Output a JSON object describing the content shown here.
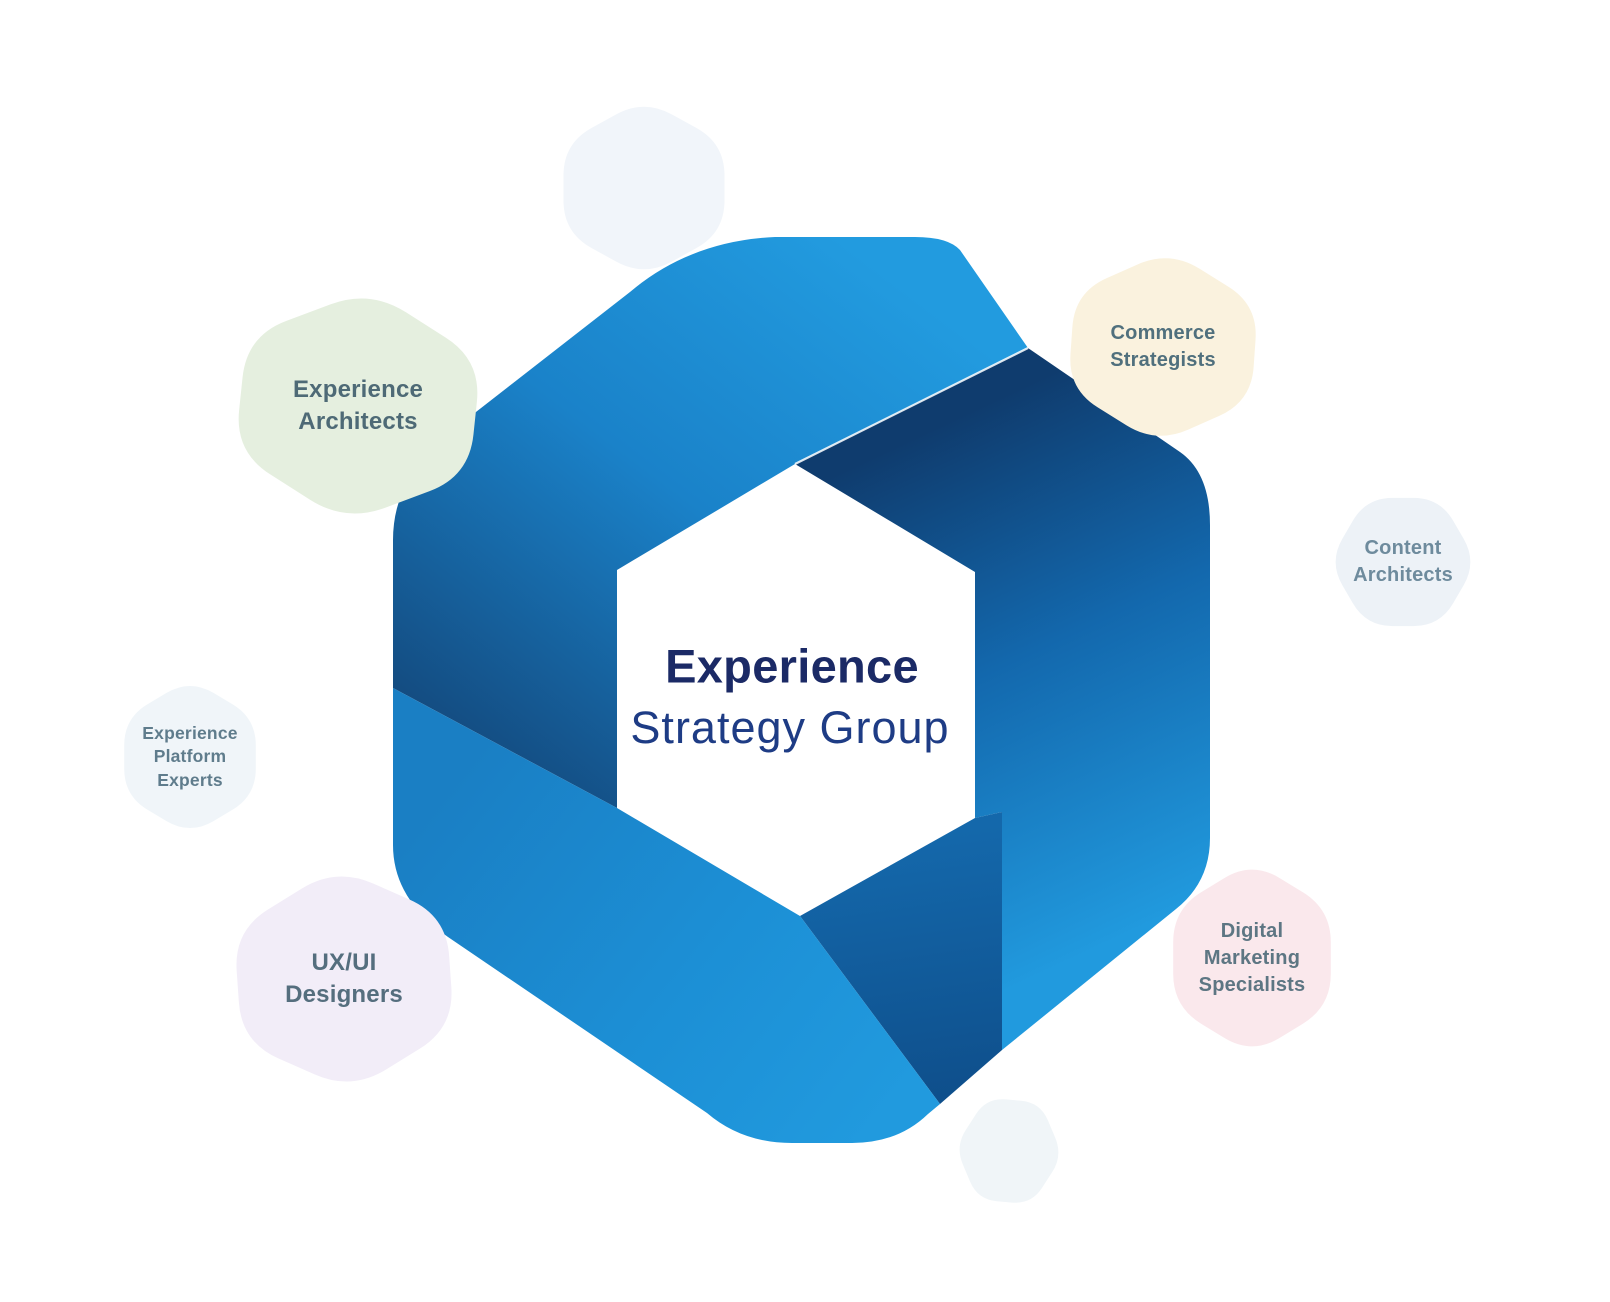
{
  "title": {
    "line1": "Experience",
    "line2": "Strategy Group",
    "line1_color": "#1b2a66",
    "line2_color": "#1e3c85"
  },
  "ribbon": {
    "bright_blue": "#219ade",
    "mid_blue": "#1368ad",
    "dark_navy": "#0f3c6e",
    "seam_highlight": "#ffffff"
  },
  "hexagons": [
    {
      "id": "experience-architects",
      "label": "Experience\nArchitects",
      "fill": "#e5efdf",
      "text_color": "#4e6a76"
    },
    {
      "id": "commerce-strategists",
      "label": "Commerce\nStrategists",
      "fill": "#faf2de",
      "text_color": "#50707d"
    },
    {
      "id": "content-architects",
      "label": "Content\nArchitects",
      "fill": "#edf2f7",
      "text_color": "#6e8b9d"
    },
    {
      "id": "digital-marketing-specialists",
      "label": "Digital\nMarketing\nSpecialists",
      "fill": "#fae8ec",
      "text_color": "#5d7683"
    },
    {
      "id": "ux-ui-designers",
      "label": "UX/UI\nDesigners",
      "fill": "#f2edf8",
      "text_color": "#556e7e"
    },
    {
      "id": "experience-platform-experts",
      "label": "Experience\nPlatform\nExperts",
      "fill": "#f0f5f9",
      "text_color": "#5f7c8c"
    },
    {
      "id": "deco-top",
      "label": "",
      "fill": "#f1f5fa",
      "text_color": ""
    },
    {
      "id": "deco-bottom",
      "label": "",
      "fill": "#f0f5f8",
      "text_color": ""
    }
  ]
}
